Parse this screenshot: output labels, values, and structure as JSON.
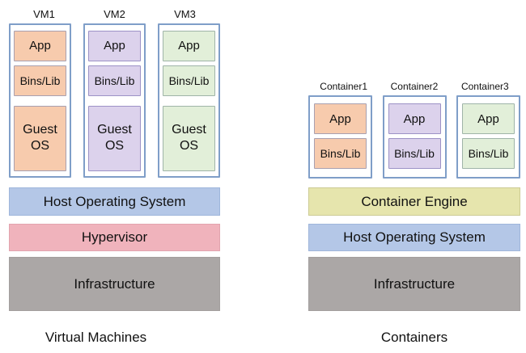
{
  "colors": {
    "app_orange": "#f7cbad",
    "app_purple": "#dcd2ec",
    "app_green": "#e2efd9",
    "host_os_blue": "#b4c7e7",
    "hypervisor_pink": "#f0b3bc",
    "container_engine_yellow": "#e6e5ad",
    "infrastructure_gray": "#aba7a6",
    "box_border_blue": "#7f9ec8"
  },
  "left": {
    "vms": [
      {
        "name": "VM1",
        "app": "App",
        "bins": "Bins/Lib",
        "guest_os": "Guest\nOS"
      },
      {
        "name": "VM2",
        "app": "App",
        "bins": "Bins/Lib",
        "guest_os": "Guest\nOS"
      },
      {
        "name": "VM3",
        "app": "App",
        "bins": "Bins/Lib",
        "guest_os": "Guest\nOS"
      }
    ],
    "bars": [
      {
        "label": "Host Operating System"
      },
      {
        "label": "Hypervisor"
      },
      {
        "label": "Infrastructure"
      }
    ],
    "caption": "Virtual Machines"
  },
  "right": {
    "containers": [
      {
        "name": "Container1",
        "app": "App",
        "bins": "Bins/Lib"
      },
      {
        "name": "Container2",
        "app": "App",
        "bins": "Bins/Lib"
      },
      {
        "name": "Container3",
        "app": "App",
        "bins": "Bins/Lib"
      }
    ],
    "bars": [
      {
        "label": "Container Engine"
      },
      {
        "label": "Host Operating System"
      },
      {
        "label": "Infrastructure"
      }
    ],
    "caption": "Containers"
  }
}
